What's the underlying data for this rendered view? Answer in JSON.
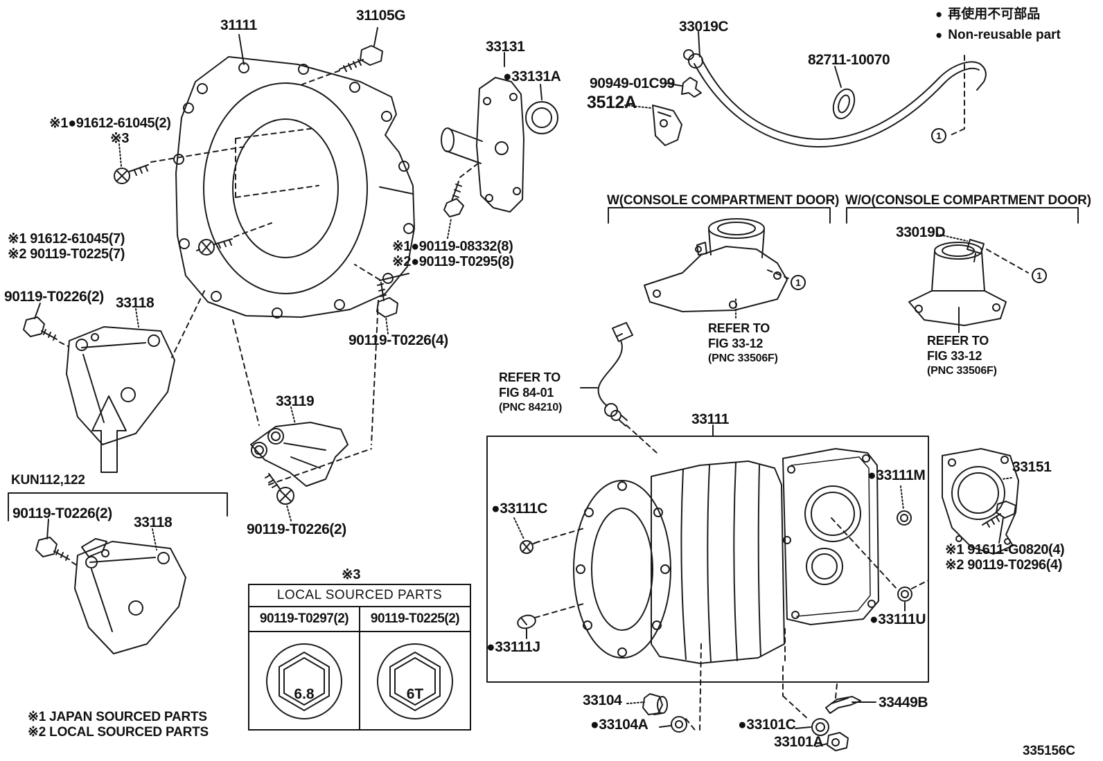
{
  "legend": {
    "bullet": "●",
    "jp": "再使用不可部品",
    "en": "Non-reusable part"
  },
  "diagram_code": "335156C",
  "footnotes": {
    "n1": "※1 JAPAN SOURCED PARTS",
    "n2": "※2 LOCAL SOURCED PARTS"
  },
  "sections": {
    "with_console": "W(CONSOLE COMPARTMENT DOOR)",
    "without_console": "W/O(CONSOLE COMPARTMENT DOOR)",
    "kun": "KUN112,122"
  },
  "refer_notes": {
    "fig3312": {
      "l1": "REFER TO",
      "l2": "FIG 33-12",
      "l3": "(PNC 33506F)"
    },
    "fig8401": {
      "l1": "REFER TO",
      "l2": "FIG 84-01",
      "l3": "(PNC 84210)"
    }
  },
  "callout1": "1",
  "local_parts_table": {
    "note": "※3",
    "title": "LOCAL SOURCED PARTS",
    "col1": "90119-T0297(2)",
    "col2": "90119-T0225(2)",
    "mark1": "6.8",
    "mark2": "6T"
  },
  "part_labels": {
    "p31111": "31111",
    "p31105g": "31105G",
    "p33131": "33131",
    "p33131a": "●33131A",
    "p33019c": "33019C",
    "p82711": "82711-10070",
    "p90949": "90949-01C99",
    "p3512a": "3512A",
    "n91612_2": "※1●91612-61045(2)",
    "n3": "※3",
    "n91612_7": "※1 91612-61045(7)",
    "n90119t0225_7": "※2 90119-T0225(7)",
    "n90119_08332": "※1●90119-08332(8)",
    "n90119t0295": "※2●90119-T0295(8)",
    "p90119t0226_2a": "90119-T0226(2)",
    "p33118a": "33118",
    "p90119t0226_4": "90119-T0226(4)",
    "p33019d": "33019D",
    "p33119": "33119",
    "p90119t0226_2b": "90119-T0226(2)",
    "p90119t0226_2c": "90119-T0226(2)",
    "p33118b": "33118",
    "p33111": "33111",
    "p33111c": "●33111C",
    "p33111m": "●33111M",
    "p33151": "33151",
    "n91611": "※1 91611-G0820(4)",
    "n90119t0296": "※2 90119-T0296(4)",
    "p33111j": "●33111J",
    "p33111u": "●33111U",
    "p33449b": "33449B",
    "p33104": "33104",
    "p33104a": "●33104A",
    "p33101c": "●33101C",
    "p33101a": "33101A"
  }
}
